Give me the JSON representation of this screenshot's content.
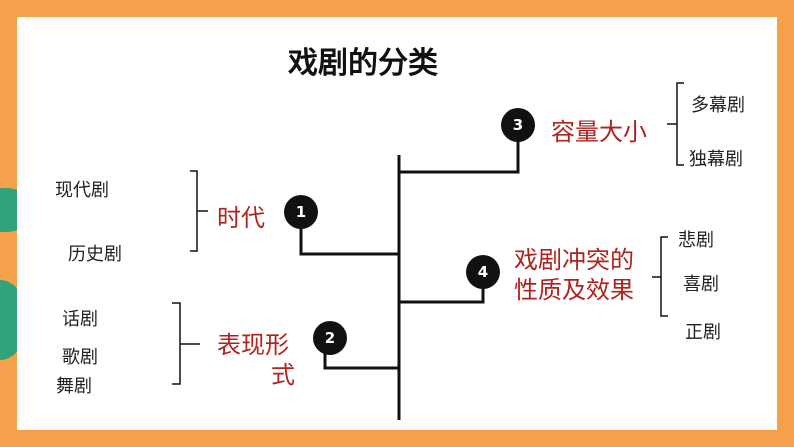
{
  "title": "戏剧的分类",
  "categories": [
    {
      "number": "1",
      "label": "时代",
      "items": [
        "现代剧",
        "历史剧"
      ]
    },
    {
      "number": "2",
      "label_lines": [
        "表现形",
        "式"
      ],
      "items": [
        "话剧",
        "歌剧",
        "舞剧"
      ]
    },
    {
      "number": "3",
      "label": "容量大小",
      "items": [
        "多幕剧",
        "独幕剧"
      ]
    },
    {
      "number": "4",
      "label_lines": [
        "戏剧冲突的",
        "性质及效果"
      ],
      "items": [
        "悲剧",
        "喜剧",
        "正剧"
      ]
    }
  ],
  "colors": {
    "background_frame": "#f5a04a",
    "panel": "#ffffff",
    "category_text": "#b0221f",
    "badge": "#111111"
  }
}
